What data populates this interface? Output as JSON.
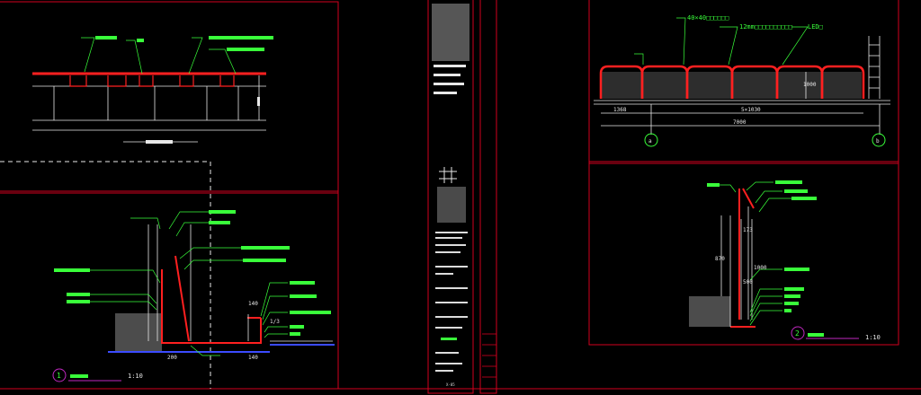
{
  "colors": {
    "frame": "#d2001e",
    "leader": "#39ff3a",
    "dim": "#e8e8e8",
    "rail": "#ff2020",
    "blue": "#3b4bff",
    "bg": "#000000",
    "magenta": "#c028c0"
  },
  "top_right": {
    "labels": [
      "40×40□□□□□□",
      "12mm□□□□□□□□□□",
      "LED□"
    ],
    "dims": [
      "1368",
      "5×1030",
      "7000",
      "1000"
    ],
    "bubbles": [
      "a",
      "b"
    ]
  },
  "detail_1": {
    "number": "1",
    "scale": "1:10",
    "dims": [
      "200",
      "140",
      "140",
      "1/3"
    ]
  },
  "detail_2": {
    "number": "2",
    "scale": "1:10",
    "dims": [
      "870",
      "500",
      "1000",
      "173"
    ]
  },
  "title_block": {
    "sheet_no": "X-05"
  }
}
